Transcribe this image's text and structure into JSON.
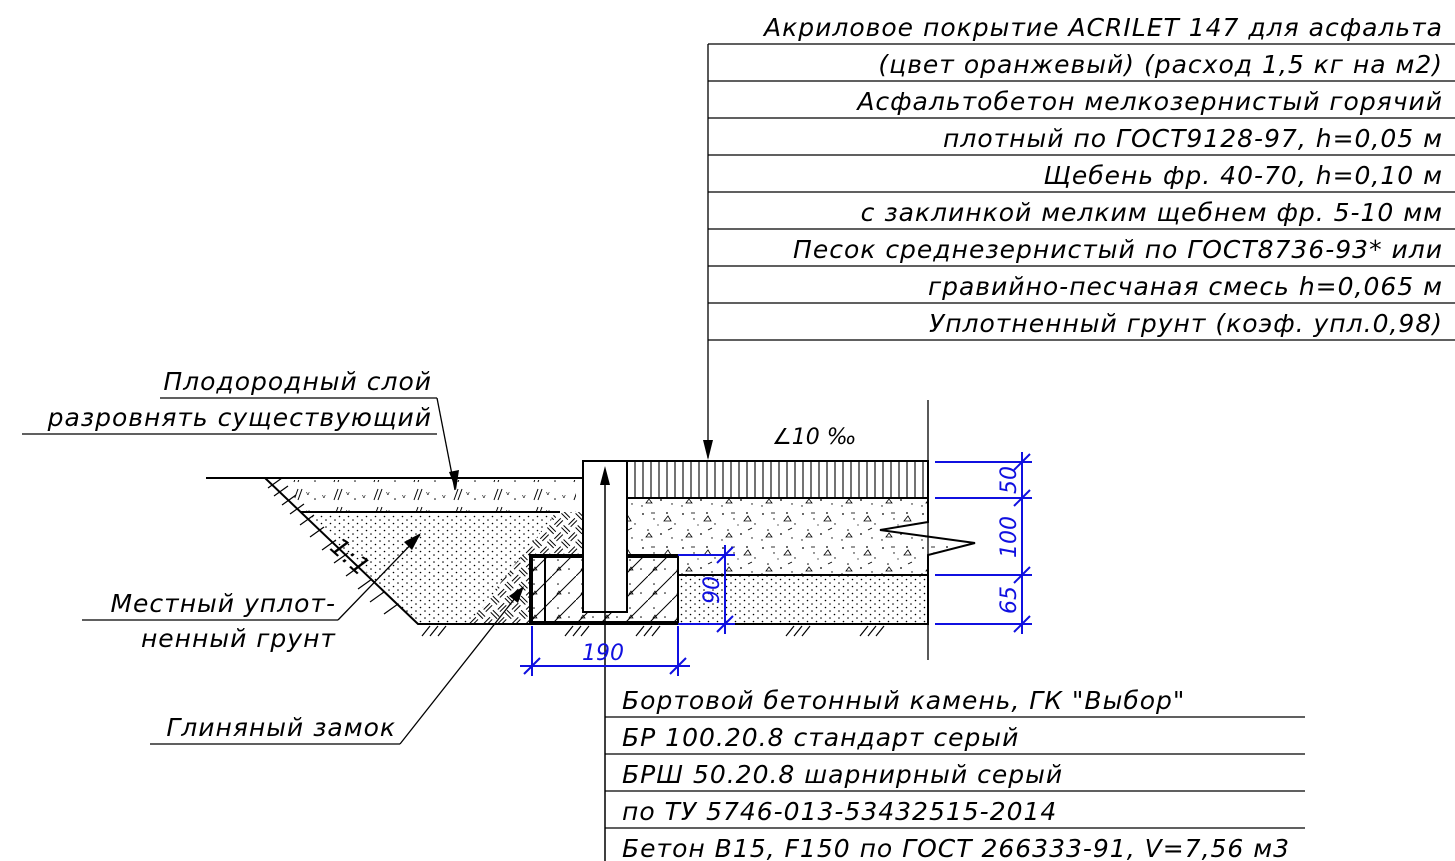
{
  "notes_top_right": [
    "Акриловое покрытие ACRILET 147  для асфальта",
    "(цвет оранжевый) (расход 1,5 кг на м2)",
    "Асфальтобетон мелкозернистый горячий",
    "плотный по ГОСТ9128-97, h=0,05 м",
    "Щебень фр. 40-70, h=0,10 м",
    "с заклинкой мелким щебнем фр. 5-10 мм",
    "Песок среднезернистый по ГОСТ8736-93* или",
    "гравийно-песчаная смесь h=0,065 м",
    "Уплотненный грунт (коэф. упл.0,98)"
  ],
  "notes_left": {
    "fertile_1": "Плодородный слой",
    "fertile_2": "разровнять существующий",
    "soil_1": "Местный уплот-",
    "soil_2": "ненный грунт",
    "clay": "Глиняный замок"
  },
  "notes_bottom": [
    "Бортовой бетонный камень, ГК \"Выбор\"",
    "БР 100.20.8 стандарт серый",
    "БРШ 50.20.8 шарнирный серый",
    "по ТУ 5746-013-53432515-2014",
    "Бетон В15, F150 по ГОСТ 266333-91, V=7,56 м3"
  ],
  "slope": "∠10 ‰",
  "slope_ratio": "1:1",
  "dimensions": {
    "asphalt": "50",
    "gravel": "100",
    "sand": "65",
    "curb_depth": "90",
    "foundation_width": "190"
  },
  "colors": {
    "lines": "#000000",
    "dimensions": "#1010e0"
  }
}
